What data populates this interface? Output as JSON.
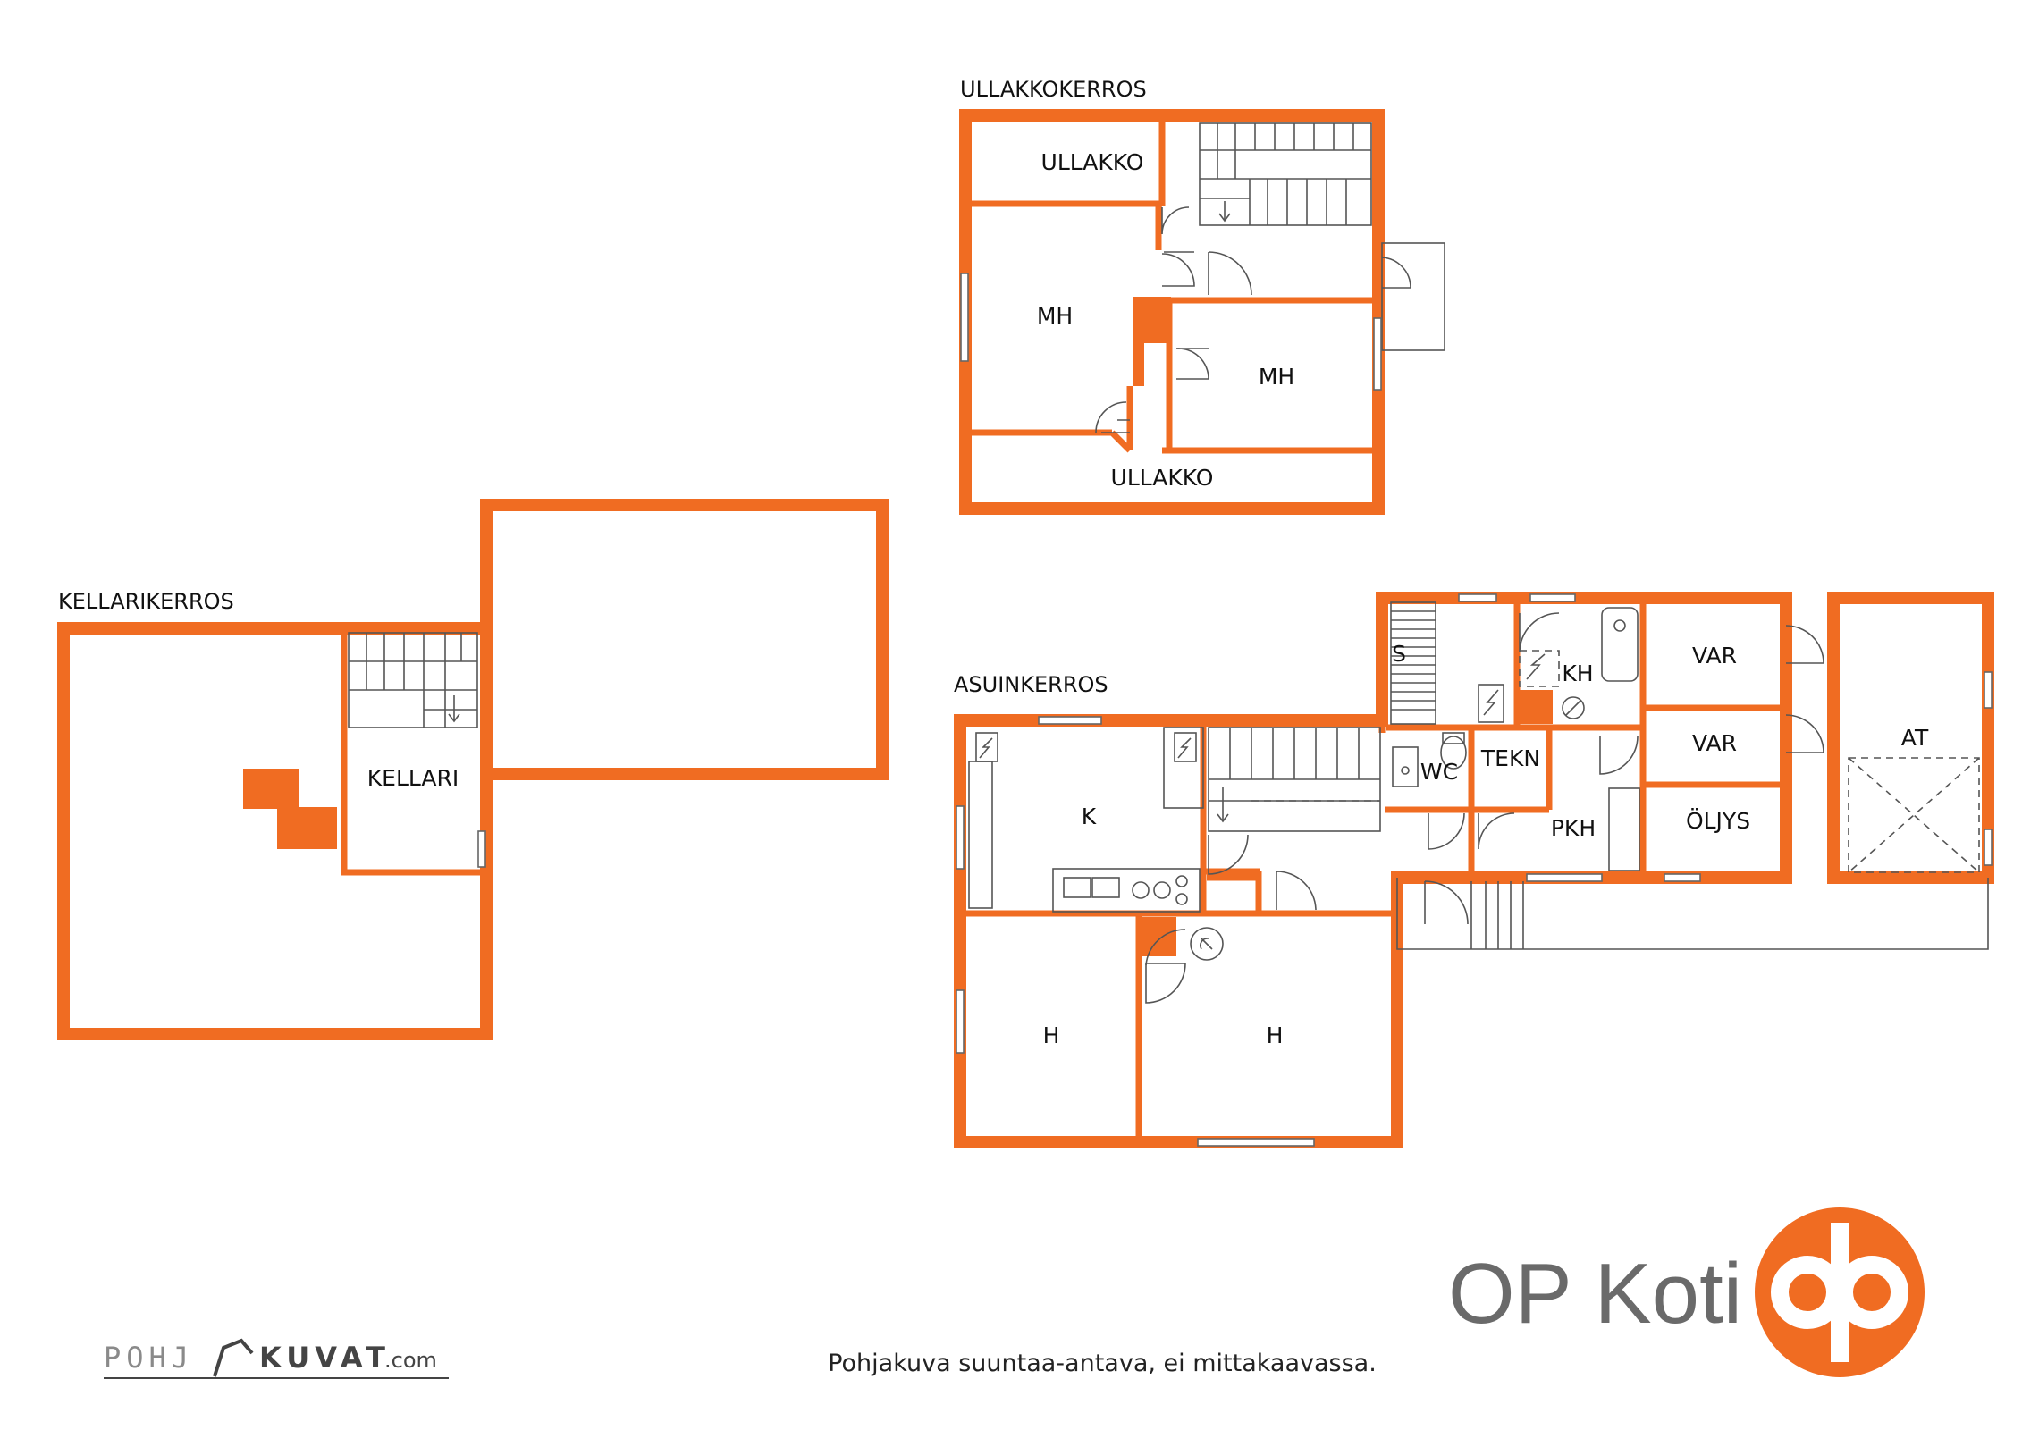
{
  "floors": {
    "attic": {
      "title": "ULLAKKOKERROS",
      "rooms": {
        "ullakko_top": "ULLAKKO",
        "mh_left": "MH",
        "mh_right": "MH",
        "ullakko_bottom": "ULLAKKO"
      }
    },
    "basement": {
      "title": "KELLARIKERROS",
      "rooms": {
        "kellari": "KELLARI"
      }
    },
    "main": {
      "title": "ASUINKERROS",
      "rooms": {
        "s": "S",
        "kh": "KH",
        "var1": "VAR",
        "var2": "VAR",
        "at": "AT",
        "wc": "WC",
        "tekn": "TEKN",
        "pkh": "PKH",
        "oljys": "ÖLJYS",
        "k": "K",
        "h_left": "H",
        "h_right": "H"
      }
    }
  },
  "disclaimer": "Pohjakuva suuntaa-antava, ei mittakaavassa.",
  "brand": {
    "name": "OP Koti",
    "logo": "op-logo",
    "color": "#f06c22"
  },
  "pohjakuvat": {
    "part1": "POHJ",
    "part2": "KUVAT",
    "domain": ".com"
  },
  "colors": {
    "wall": "#f06c22",
    "text": "#111111",
    "brand_text": "#6a6a6a"
  }
}
